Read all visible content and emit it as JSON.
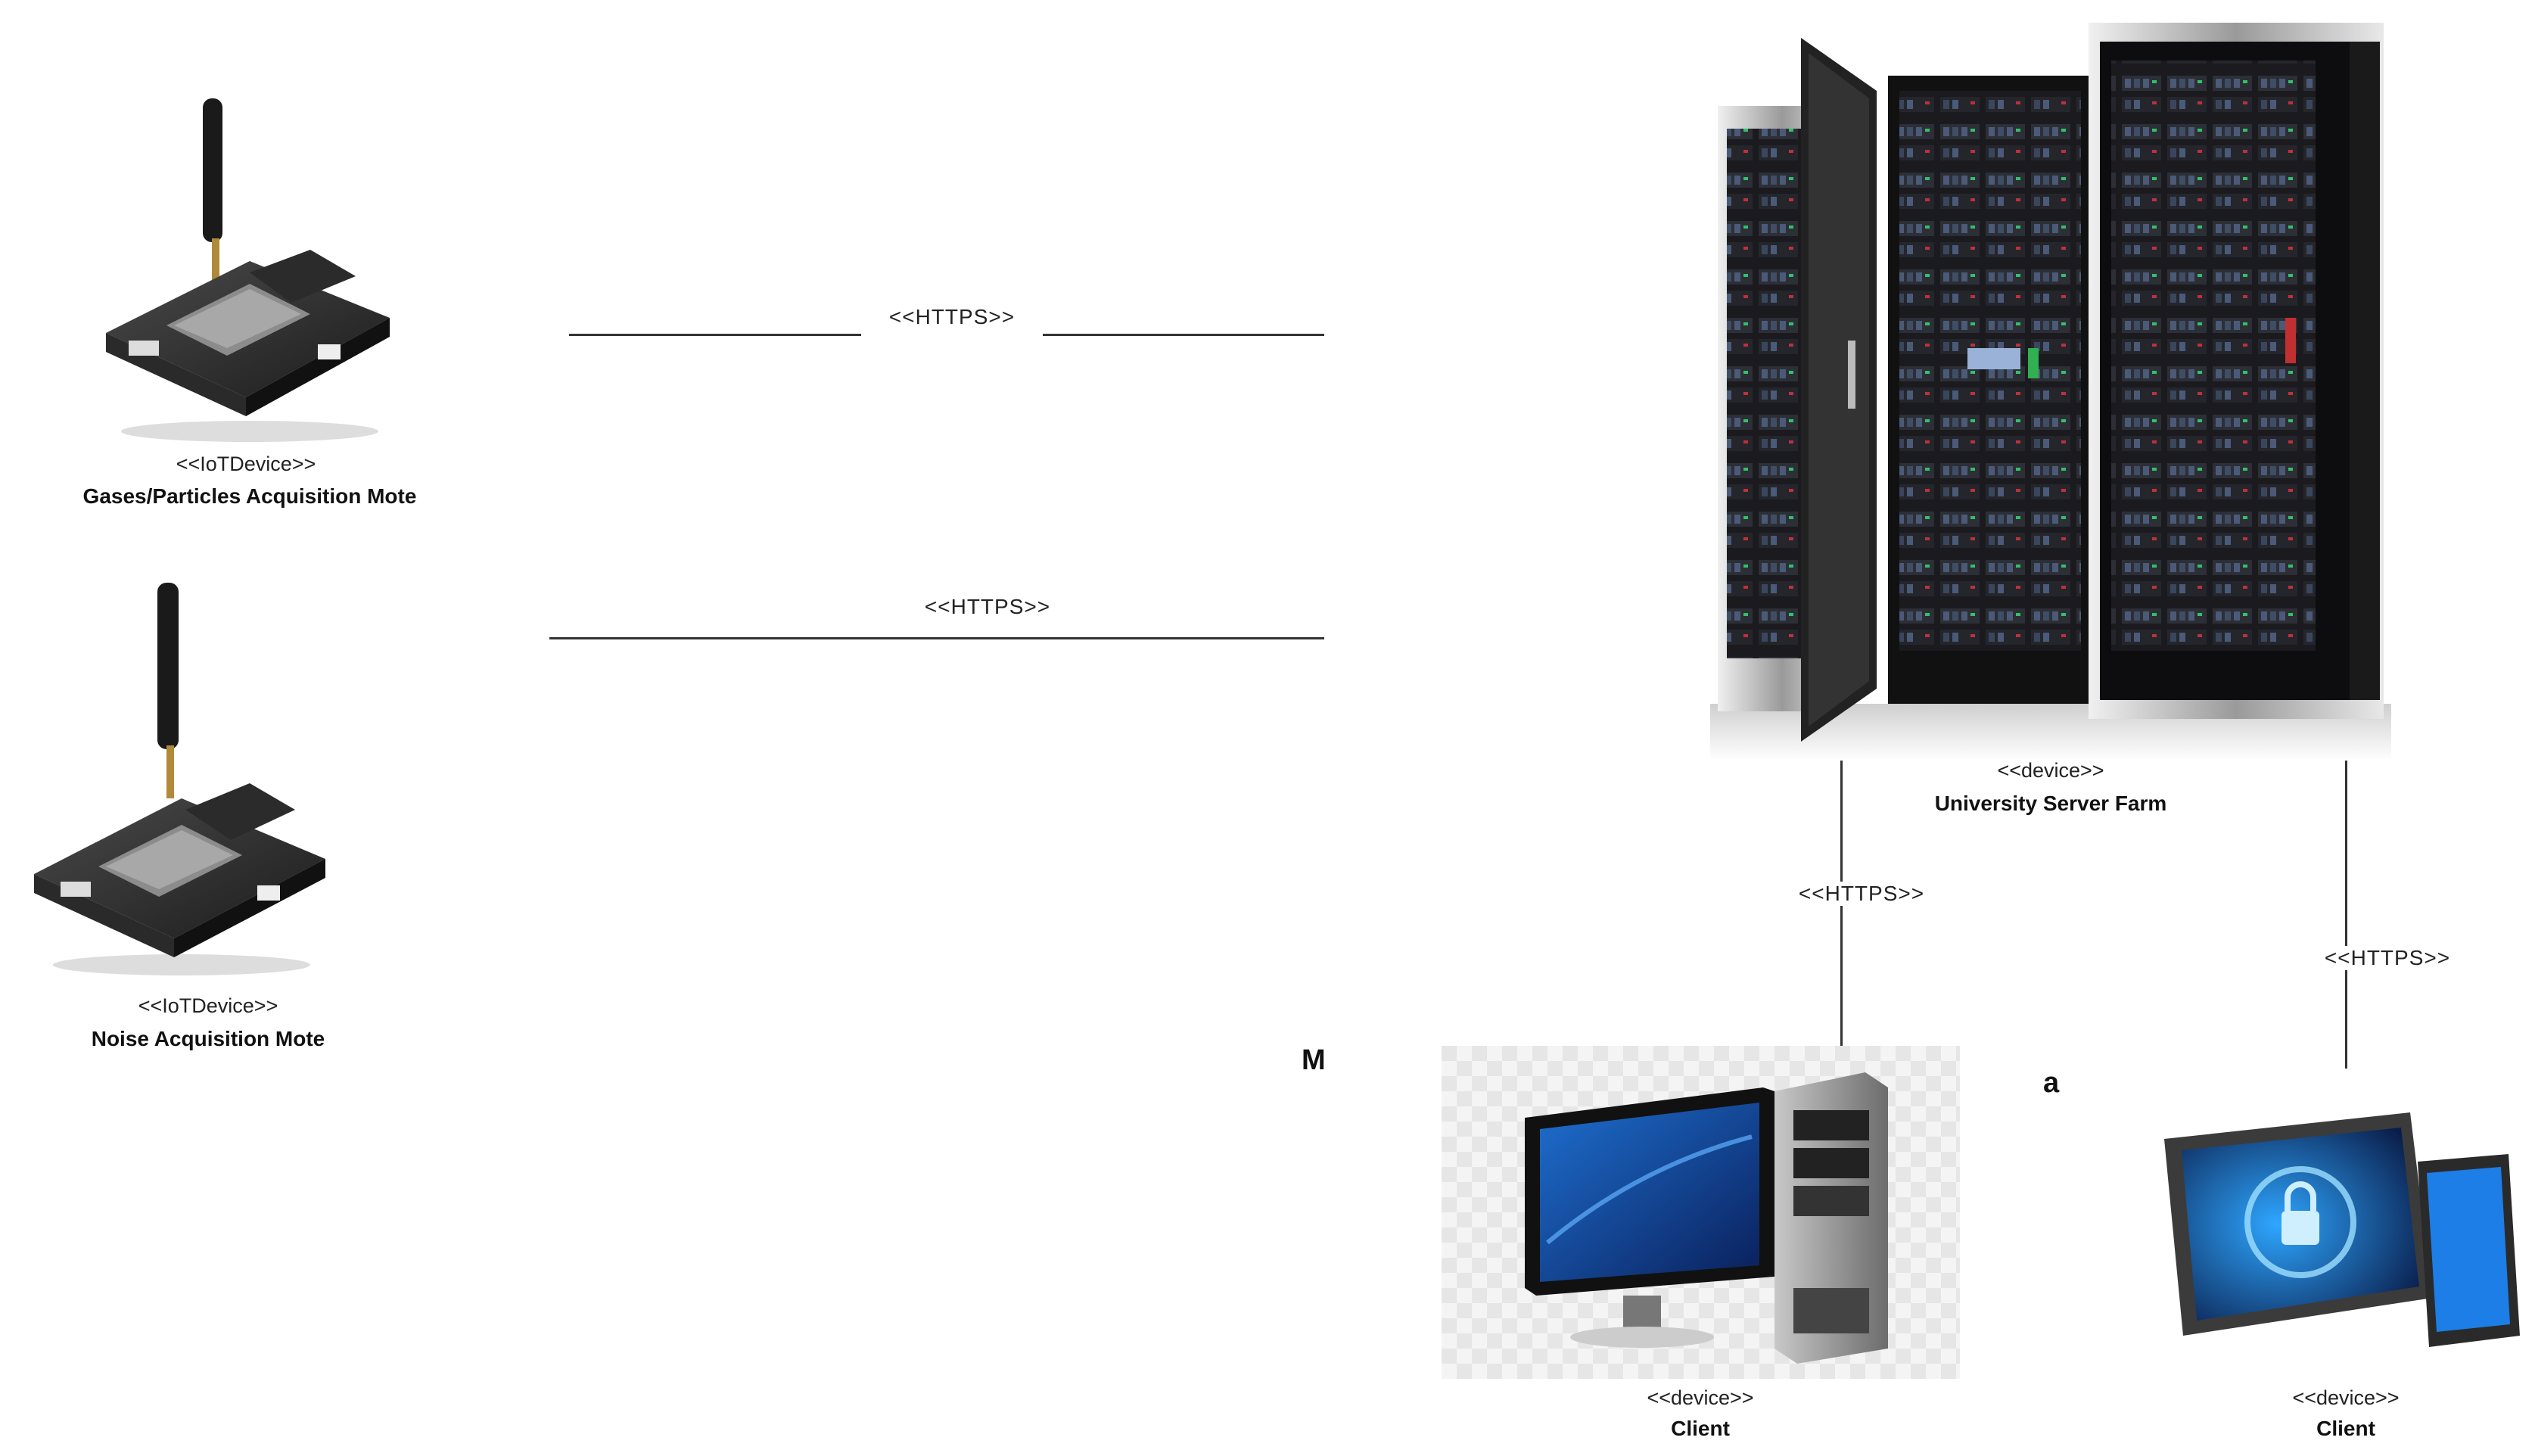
{
  "nodes": {
    "gas_mote": {
      "stereotype": "<<IoTDevice>>",
      "name": "Gases/Particles Acquisition Mote"
    },
    "noise_mote": {
      "stereotype": "<<IoTDevice>>",
      "name": "Noise Acquisition Mote"
    },
    "server": {
      "stereotype": "<<device>>",
      "name": "University Server Farm"
    },
    "client_desktop": {
      "stereotype": "<<device>>",
      "name": "Client"
    },
    "client_mobile": {
      "stereotype": "<<device>>",
      "name": "Client"
    }
  },
  "connections": {
    "gas_to_server": "<<HTTPS>>",
    "noise_to_server": "<<HTTPS>>",
    "server_to_desktop": "<<HTTPS>>",
    "server_to_mobile": "<<HTTPS>>"
  },
  "stray_marks": {
    "m": "M",
    "a": "a"
  }
}
